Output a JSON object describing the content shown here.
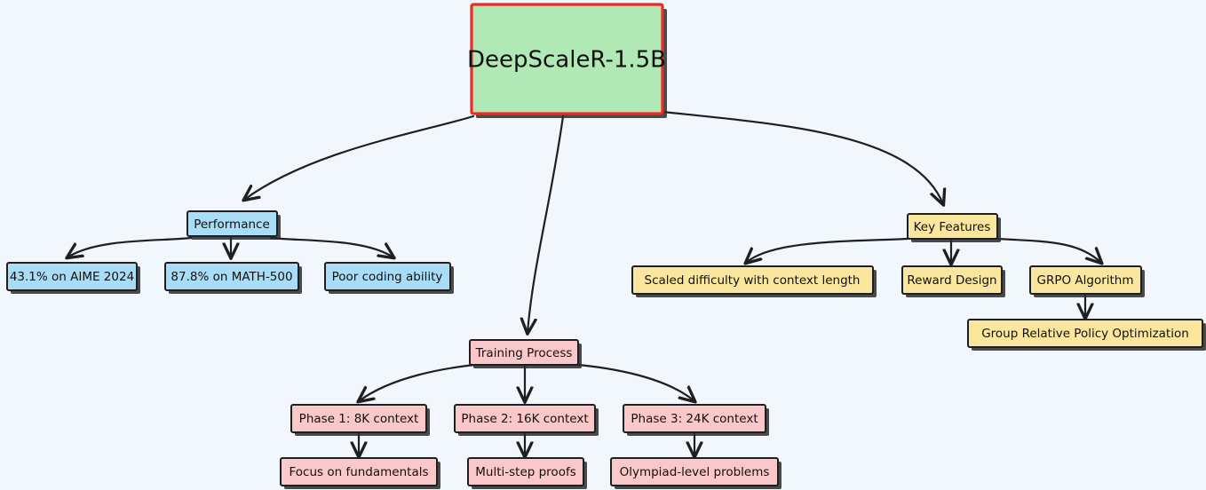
{
  "diagram": {
    "type": "mindmap",
    "title": "DeepScaleR-1.5B",
    "background_color": "#f2f7fd",
    "edge_color": "#1f1f1f",
    "palette": {
      "root_fill": "#b0e9b6",
      "root_stroke": "#ee2a24",
      "performance_fill": "#a9dcf6",
      "training_fill": "#fac8c8",
      "features_fill": "#fae79d",
      "node_stroke": "#1f1f1f",
      "text_color": "#11100f"
    },
    "nodes": {
      "root": {
        "label": "DeepScaleR-1.5B"
      },
      "performance": {
        "label": "Performance"
      },
      "perf_aime": {
        "label": "43.1% on AIME 2024"
      },
      "perf_math": {
        "label": "87.8% on MATH-500"
      },
      "perf_coding": {
        "label": "Poor coding ability"
      },
      "training": {
        "label": "Training Process"
      },
      "phase1": {
        "label": "Phase 1: 8K context"
      },
      "phase2": {
        "label": "Phase 2: 16K context"
      },
      "phase3": {
        "label": "Phase 3: 24K context"
      },
      "phase1_detail": {
        "label": "Focus on fundamentals"
      },
      "phase2_detail": {
        "label": "Multi-step proofs"
      },
      "phase3_detail": {
        "label": "Olympiad-level problems"
      },
      "features": {
        "label": "Key Features"
      },
      "feat_scaled": {
        "label": "Scaled difficulty with context length"
      },
      "feat_reward": {
        "label": "Reward Design"
      },
      "feat_grpo": {
        "label": "GRPO Algorithm"
      },
      "grpo_expansion": {
        "label": "Group Relative Policy Optimization"
      }
    },
    "edges": [
      {
        "from": "root",
        "to": "performance"
      },
      {
        "from": "root",
        "to": "training"
      },
      {
        "from": "root",
        "to": "features"
      },
      {
        "from": "performance",
        "to": "perf_aime"
      },
      {
        "from": "performance",
        "to": "perf_math"
      },
      {
        "from": "performance",
        "to": "perf_coding"
      },
      {
        "from": "training",
        "to": "phase1"
      },
      {
        "from": "training",
        "to": "phase2"
      },
      {
        "from": "training",
        "to": "phase3"
      },
      {
        "from": "phase1",
        "to": "phase1_detail"
      },
      {
        "from": "phase2",
        "to": "phase2_detail"
      },
      {
        "from": "phase3",
        "to": "phase3_detail"
      },
      {
        "from": "features",
        "to": "feat_scaled"
      },
      {
        "from": "features",
        "to": "feat_reward"
      },
      {
        "from": "features",
        "to": "feat_grpo"
      },
      {
        "from": "feat_grpo",
        "to": "grpo_expansion"
      }
    ]
  }
}
